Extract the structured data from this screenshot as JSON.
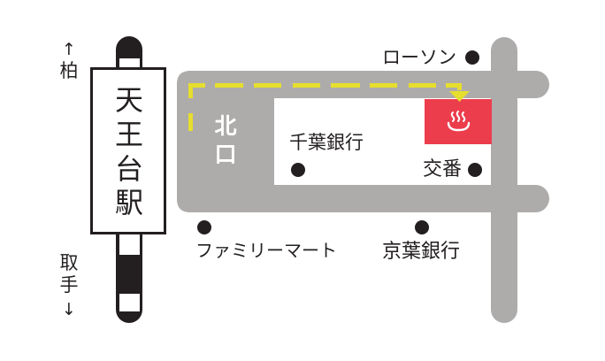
{
  "station": {
    "name": "天王台駅",
    "name_chars": [
      "天",
      "王",
      "台",
      "駅"
    ]
  },
  "directions": {
    "north": {
      "arrow": "↑",
      "label": "柏"
    },
    "south": {
      "label_chars": [
        "取",
        "手"
      ],
      "arrow": "↓"
    }
  },
  "exit": {
    "label": "北口",
    "label_chars": [
      "北",
      "口"
    ]
  },
  "landmarks": [
    {
      "name": "ローソン"
    },
    {
      "name": "千葉銀行"
    },
    {
      "name": "交番"
    },
    {
      "name": "ファミリーマート"
    },
    {
      "name": "京葉銀行"
    }
  ],
  "destination": {
    "icon": "hot-spring-icon",
    "color": "#EC3D4D"
  },
  "route": {
    "style": "dashed",
    "color": "#E6DE2E"
  },
  "colors": {
    "road": "#AEACAB",
    "ink": "#231F20",
    "background": "#FFFFFF"
  }
}
